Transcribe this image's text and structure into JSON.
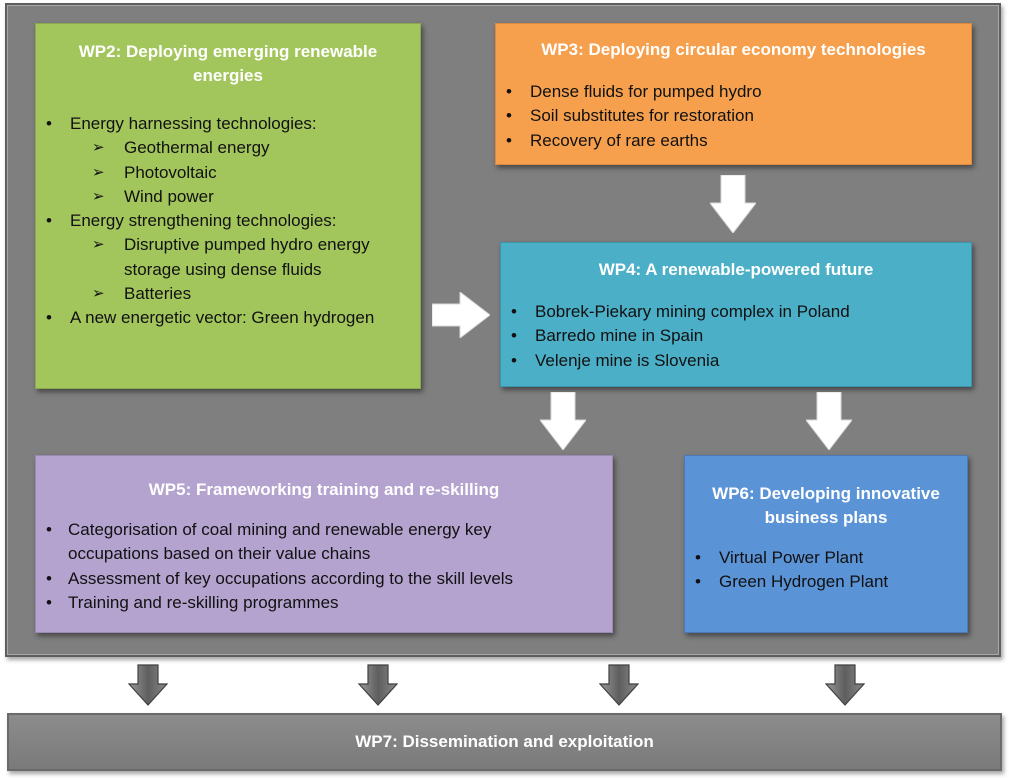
{
  "wp2": {
    "title": "WP2: Deploying emerging renewable energies",
    "items": [
      {
        "text": "Energy harnessing technologies:",
        "sub": [
          "Geothermal energy",
          "Photovoltaic",
          "Wind power"
        ]
      },
      {
        "text": "Energy strengthening technologies:",
        "sub": [
          "Disruptive pumped hydro energy storage using dense fluids",
          "Batteries"
        ]
      },
      {
        "text": "A new energetic vector: Green hydrogen",
        "sub": []
      }
    ]
  },
  "wp3": {
    "title": "WP3: Deploying circular economy technologies",
    "items": [
      "Dense fluids for pumped hydro",
      "Soil substitutes for restoration",
      "Recovery of rare earths"
    ]
  },
  "wp4": {
    "title": "WP4: A renewable-powered future",
    "items": [
      "Bobrek-Piekary mining complex in Poland",
      "Barredo mine in Spain",
      "Velenje mine is Slovenia"
    ]
  },
  "wp5": {
    "title": "WP5: Frameworking training and re-skilling",
    "items": [
      "Categorisation of coal mining and renewable energy key occupations based on their value chains",
      "Assessment of key occupations according to the skill levels",
      "Training and re-skilling programmes"
    ]
  },
  "wp6": {
    "title": "WP6: Developing innovative business plans",
    "items": [
      "Virtual Power Plant",
      "Green Hydrogen Plant"
    ]
  },
  "wp7": {
    "title": "WP7: Dissemination and exploitation"
  },
  "colors": {
    "frame": "#7f7f7f",
    "wp2": "#a3c65c",
    "wp3": "#f6a04d",
    "wp4": "#4bafc7",
    "wp5": "#b4a2cf",
    "wp6": "#5b93d7",
    "arrow_white": "#ffffff",
    "arrow_gray": "#6e6e6e"
  }
}
